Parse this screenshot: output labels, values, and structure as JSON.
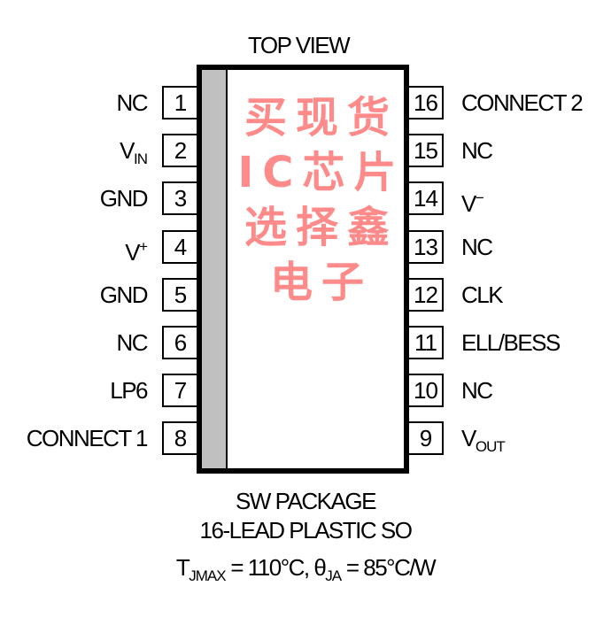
{
  "title": "TOP VIEW",
  "left_pins": [
    {
      "num": "1",
      "main": "NC"
    },
    {
      "num": "2",
      "main": "V",
      "sub": "IN"
    },
    {
      "num": "3",
      "main": "GND"
    },
    {
      "num": "4",
      "main": "V",
      "sup": "+"
    },
    {
      "num": "5",
      "main": "GND"
    },
    {
      "num": "6",
      "main": "NC"
    },
    {
      "num": "7",
      "main": "LP6"
    },
    {
      "num": "8",
      "main": "CONNECT 1"
    }
  ],
  "right_pins": [
    {
      "num": "16",
      "main": "CONNECT 2"
    },
    {
      "num": "15",
      "main": "NC"
    },
    {
      "num": "14",
      "main": "V",
      "sup": "−"
    },
    {
      "num": "13",
      "main": "NC"
    },
    {
      "num": "12",
      "main": "CLK"
    },
    {
      "num": "11",
      "main": "ELL/BESS"
    },
    {
      "num": "10",
      "main": "NC"
    },
    {
      "num": "9",
      "main": "V",
      "sub": "OUT"
    }
  ],
  "package": {
    "line1": "SW PACKAGE",
    "line2": "16-LEAD PLASTIC SO"
  },
  "thermal": {
    "t": "T",
    "t_sub": "JMAX",
    "t_val": " = 110°C, ",
    "theta": "θ",
    "theta_sub": "JA",
    "theta_val": " = 85°C/W"
  },
  "watermark": "买现货IC芯片选择鑫电子"
}
